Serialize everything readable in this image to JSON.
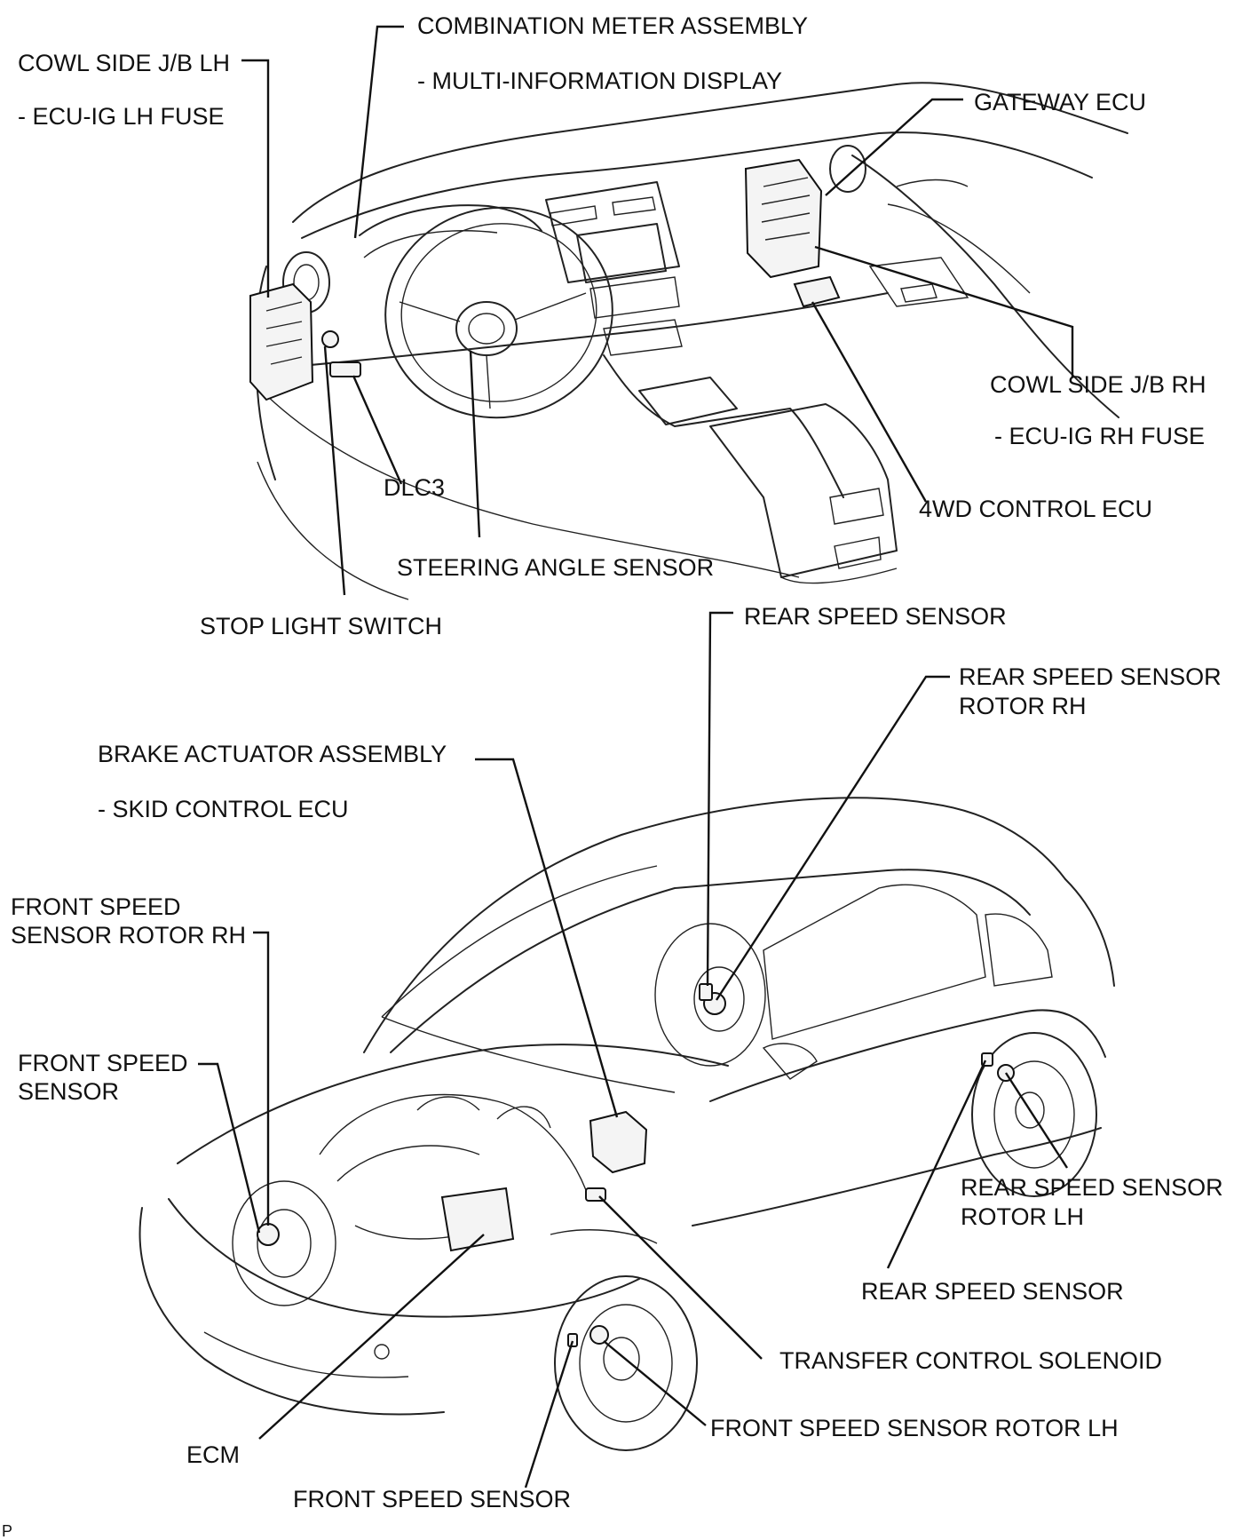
{
  "labels": {
    "cowl_side_jb_lh": "COWL SIDE J/B LH",
    "ecu_ig_lh_fuse": "- ECU-IG LH FUSE",
    "combination_meter": "COMBINATION METER ASSEMBLY",
    "multi_info_display": "- MULTI-INFORMATION DISPLAY",
    "gateway_ecu": "GATEWAY ECU",
    "cowl_side_jb_rh": "COWL SIDE J/B RH",
    "ecu_ig_rh_fuse": "- ECU-IG RH FUSE",
    "dlc3": "DLC3",
    "fourwd_control_ecu": "4WD CONTROL ECU",
    "steering_angle_sensor": "STEERING ANGLE SENSOR",
    "stop_light_switch": "STOP LIGHT SWITCH",
    "rear_speed_sensor_top": "REAR SPEED SENSOR",
    "rear_speed_sensor_rotor_rh_1": "REAR SPEED SENSOR",
    "rear_speed_sensor_rotor_rh_2": "ROTOR RH",
    "brake_actuator": "BRAKE ACTUATOR ASSEMBLY",
    "skid_control_ecu": "- SKID CONTROL ECU",
    "front_speed_sensor_rotor_rh_1": "FRONT SPEED",
    "front_speed_sensor_rotor_rh_2": "SENSOR ROTOR RH",
    "front_speed_sensor_rh_1": "FRONT SPEED",
    "front_speed_sensor_rh_2": "SENSOR",
    "rear_speed_sensor_rotor_lh_1": "REAR SPEED SENSOR",
    "rear_speed_sensor_rotor_lh_2": "ROTOR LH",
    "rear_speed_sensor_lh": "REAR SPEED SENSOR",
    "transfer_control_solenoid": "TRANSFER CONTROL SOLENOID",
    "front_speed_sensor_rotor_lh": "FRONT SPEED SENSOR ROTOR LH",
    "ecm": "ECM",
    "front_speed_sensor_lh": "FRONT SPEED SENSOR",
    "figure_mark": "P"
  }
}
